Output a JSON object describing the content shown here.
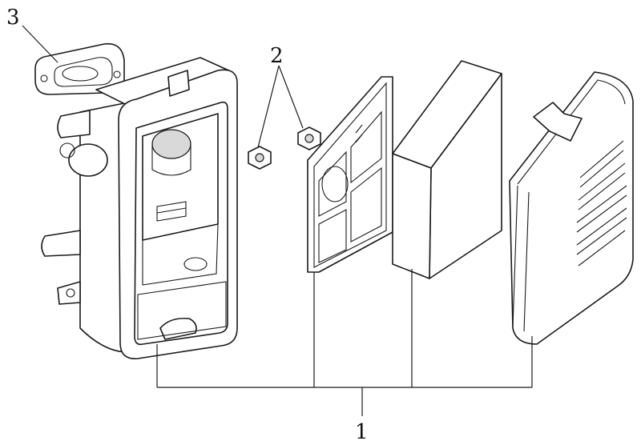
{
  "callouts": {
    "assembly": "1",
    "nuts": "2",
    "gasket": "3"
  },
  "parts": [
    {
      "id": "1",
      "icon": "air-filter-assembly-icon"
    },
    {
      "id": "2",
      "icon": "hex-nut-icon"
    },
    {
      "id": "3",
      "icon": "gasket-icon"
    }
  ]
}
